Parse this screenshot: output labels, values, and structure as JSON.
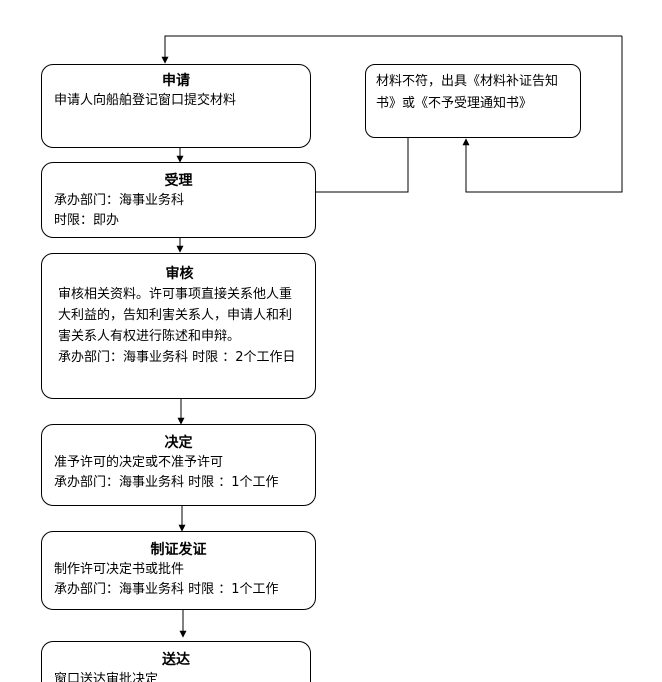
{
  "steps": [
    {
      "title": "申请",
      "lines": [
        "申请人向船舶登记窗口提交材料"
      ]
    },
    {
      "title": "受理",
      "lines": [
        "承办部门：海事业务科",
        "时限：即办"
      ]
    },
    {
      "title": "审核",
      "lines": [
        "审核相关资料。许可事项直接关系他人重大利益的，告知利害关系人，申请人和利害关系人有权进行陈述和申辩。",
        "承办部门：海事业务科 时限 ：2个工作日"
      ]
    },
    {
      "title": "决定",
      "lines": [
        "准予许可的决定或不准予许可",
        "承办部门：海事业务科 时限 ：1个工作"
      ]
    },
    {
      "title": "制证发证",
      "lines": [
        "制作许可决定书或批件",
        "承办部门：海事业务科 时限 ：1个工作"
      ]
    },
    {
      "title": "送达",
      "lines": [
        "窗口送达审批决定"
      ]
    }
  ],
  "side_note": "材料不符，出具《材料补证告知书》或《不予受理通知书》"
}
